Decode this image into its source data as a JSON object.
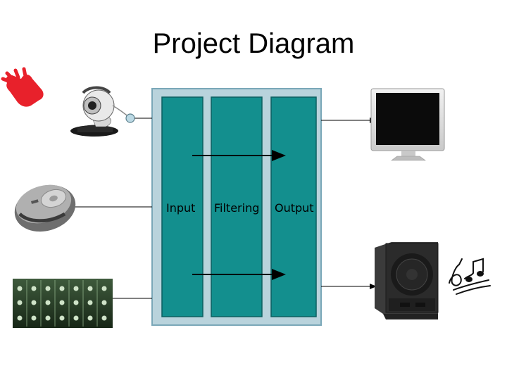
{
  "title": "Project Diagram",
  "stages": [
    "Input",
    "Filtering",
    "Output"
  ],
  "devices": {
    "inputs": [
      "glove-icon",
      "webcam-icon",
      "cd-player-icon",
      "mixer-board-icon"
    ],
    "outputs": [
      "monitor-icon",
      "subwoofer-speaker-icon",
      "music-notes-icon"
    ]
  },
  "colors": {
    "panel_border": "#7aa7b8",
    "panel_fill": "#b9d3dc",
    "stage_fill": "#138f8e",
    "stage_border": "#0d5f60",
    "connector": "#000000",
    "glove": "#e8212b"
  }
}
